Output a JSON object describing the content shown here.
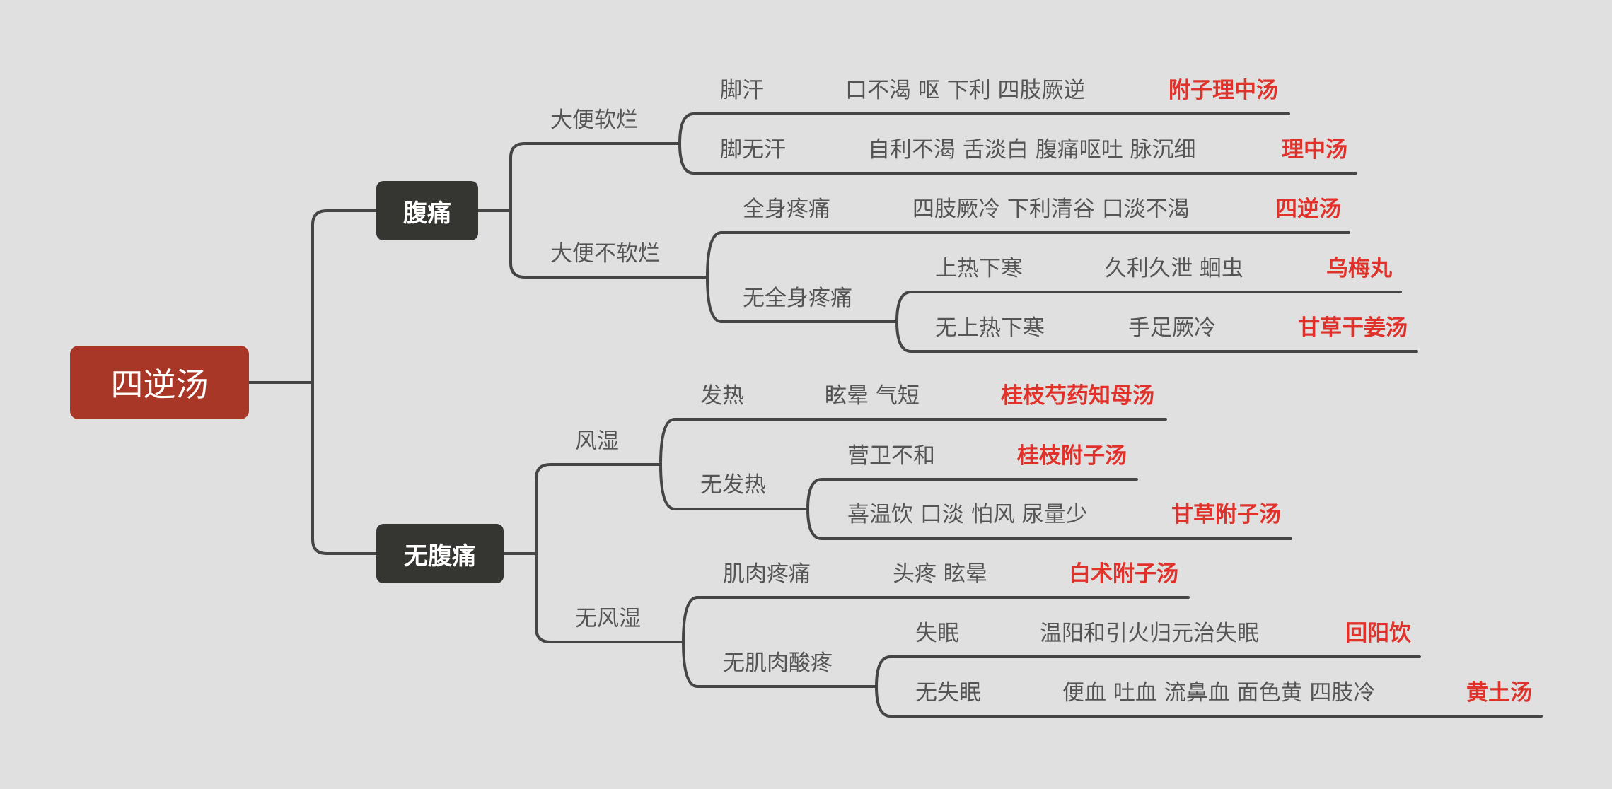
{
  "root": "四逆汤",
  "colors": {
    "background": "#e0e0e0",
    "root": "#a93727",
    "main": "#353531",
    "line": "#454545",
    "text": "#555555",
    "result": "#e0322b"
  },
  "branches": [
    {
      "label": "腹痛",
      "children": [
        {
          "label": "大便软烂",
          "children": [
            {
              "cond": "脚汗",
              "symptoms": "口不渴 呕 下利 四肢厥逆",
              "result": "附子理中汤"
            },
            {
              "cond": "脚无汗",
              "symptoms": "自利不渴 舌淡白 腹痛呕吐 脉沉细",
              "result": "理中汤"
            }
          ]
        },
        {
          "label": "大便不软烂",
          "children": [
            {
              "cond": "全身疼痛",
              "symptoms": "四肢厥冷 下利清谷 口淡不渴",
              "result": "四逆汤"
            },
            {
              "label": "无全身疼痛",
              "children": [
                {
                  "cond": "上热下寒",
                  "symptoms": "久利久泄 蛔虫",
                  "result": "乌梅丸"
                },
                {
                  "cond": "无上热下寒",
                  "symptoms": "手足厥冷",
                  "result": "甘草干姜汤"
                }
              ]
            }
          ]
        }
      ]
    },
    {
      "label": "无腹痛",
      "children": [
        {
          "label": "风湿",
          "children": [
            {
              "cond": "发热",
              "symptoms": "眩晕 气短",
              "result": "桂枝芍药知母汤"
            },
            {
              "label": "无发热",
              "children": [
                {
                  "cond": "营卫不和",
                  "symptoms": "",
                  "result": "桂枝附子汤"
                },
                {
                  "cond": "喜温饮 口淡 怕风 尿量少",
                  "symptoms": "",
                  "result": "甘草附子汤"
                }
              ]
            }
          ]
        },
        {
          "label": "无风湿",
          "children": [
            {
              "cond": "肌肉疼痛",
              "symptoms": "头疼 眩晕",
              "result": "白术附子汤"
            },
            {
              "label": "无肌肉酸疼",
              "children": [
                {
                  "cond": "失眠",
                  "symptoms": "温阳和引火归元治失眠",
                  "result": "回阳饮"
                },
                {
                  "cond": "无失眠",
                  "symptoms": "便血 吐血  流鼻血 面色黄 四肢冷",
                  "result": "黄土汤"
                }
              ]
            }
          ]
        }
      ]
    }
  ]
}
